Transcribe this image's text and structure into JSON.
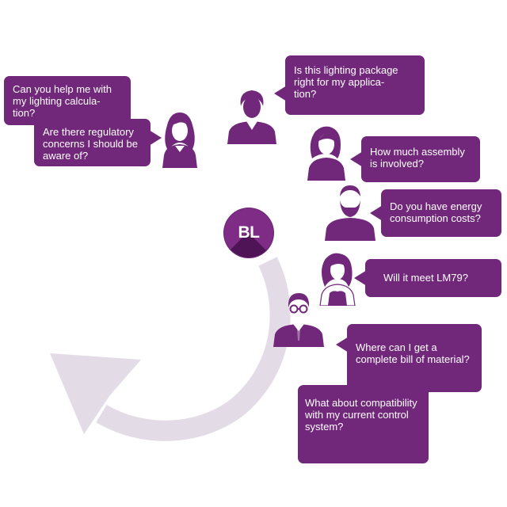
{
  "badge": {
    "label": "BL"
  },
  "colors": {
    "bubble": "#71287a",
    "badge": "#7e2c85",
    "arrow": "#e3dbe6",
    "person": "#71287a"
  },
  "questions": [
    {
      "id": "q1",
      "lines": [
        "Can you help me with",
        "my lighting calcula-",
        "tion?"
      ]
    },
    {
      "id": "q2",
      "lines": [
        "Are there regulatory",
        "concerns I should be",
        "aware of?"
      ]
    },
    {
      "id": "q3",
      "lines": [
        "Is this lighting package",
        "right for my applica-",
        "tion?"
      ]
    },
    {
      "id": "q4",
      "lines": [
        "How much assembly",
        "is involved?"
      ]
    },
    {
      "id": "q5",
      "lines": [
        "Do you have energy",
        "consumption costs?"
      ]
    },
    {
      "id": "q6",
      "lines": [
        "Will it meet LM79?"
      ]
    },
    {
      "id": "q7",
      "lines": [
        "Where can I get a",
        "complete bill of material?"
      ]
    },
    {
      "id": "q8",
      "lines": [
        "What about compatibility",
        "with my current control",
        "system?"
      ]
    }
  ],
  "people": [
    {
      "id": "p1",
      "icon": "woman-long-hair-icon"
    },
    {
      "id": "p2",
      "icon": "man-icon"
    },
    {
      "id": "p3",
      "icon": "woman-icon"
    },
    {
      "id": "p4",
      "icon": "bearded-man-icon"
    },
    {
      "id": "p5",
      "icon": "woman-tank-top-icon"
    },
    {
      "id": "p6",
      "icon": "man-glasses-icon"
    }
  ]
}
